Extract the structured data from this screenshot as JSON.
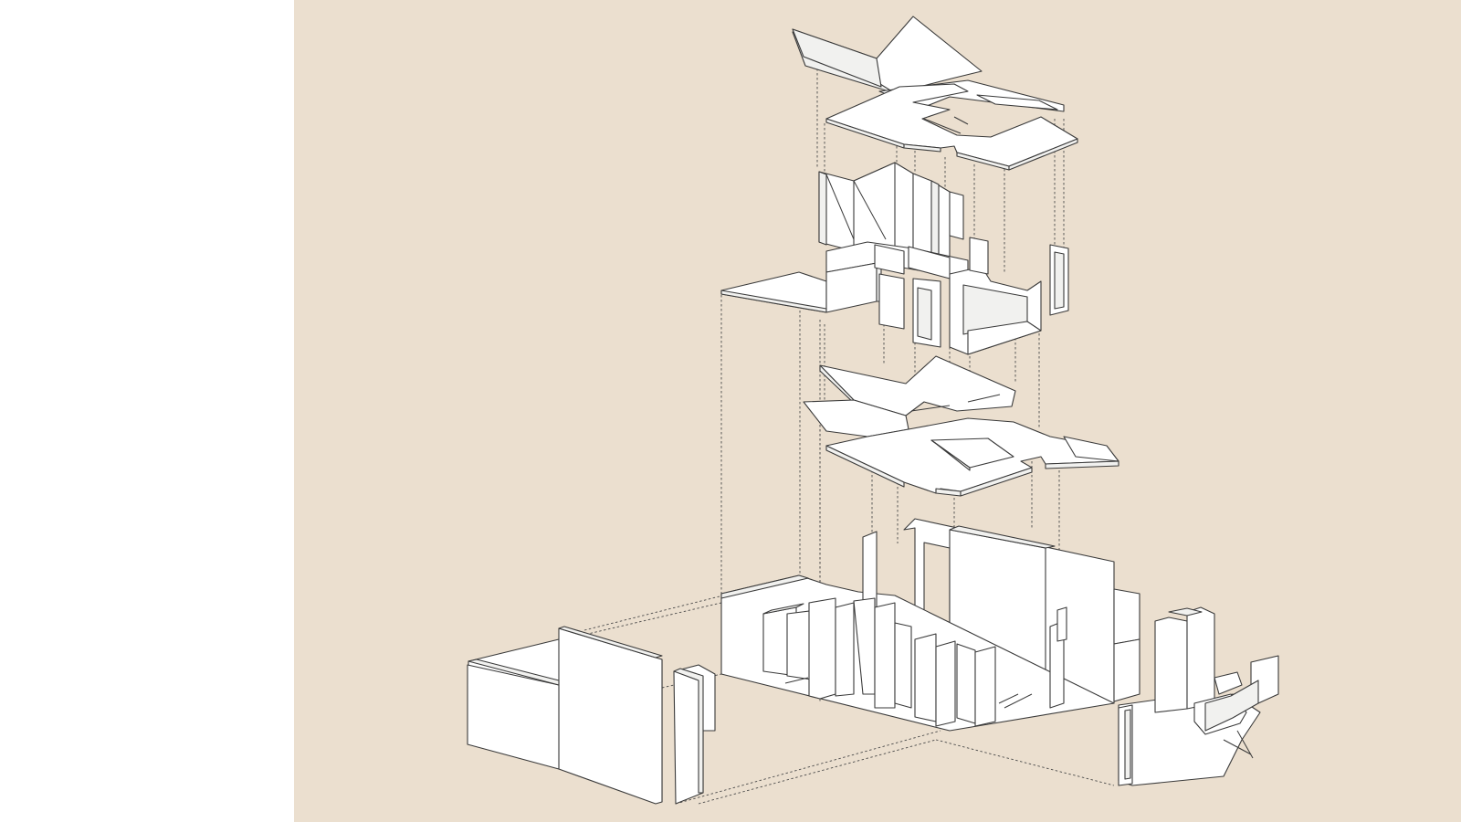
{
  "colors": {
    "page_background": "#ffffff",
    "panel_background": "#ebdfcf",
    "drawing_fill": "#ffffff",
    "drawing_shade": "#f1f1ef",
    "line": "#3a3a3a"
  },
  "figure": {
    "kind": "exploded axonometric building diagram",
    "layers": [
      "roof-slab",
      "upper-walls",
      "middle-floor-slab",
      "ground-walls",
      "base-walls"
    ]
  }
}
